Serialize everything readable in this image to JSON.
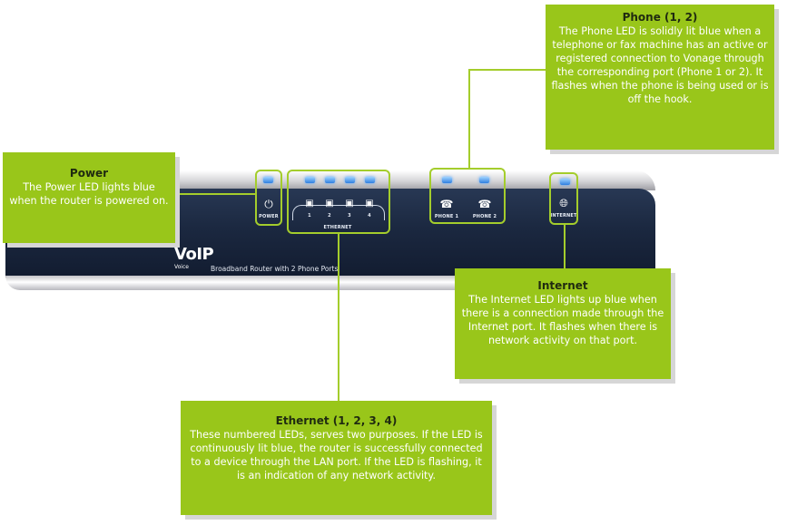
{
  "router": {
    "power_label": "POWER",
    "ethernet_label": "ETHERNET",
    "eth_ports": [
      "1",
      "2",
      "3",
      "4"
    ],
    "phone1_label": "PHONE 1",
    "phone2_label": "PHONE 2",
    "internet_label": "INTERNET",
    "brand": "VoIP",
    "brand_sub": "Voice",
    "tagline": "Broadband Router with 2 Phone Ports"
  },
  "callouts": {
    "phone": {
      "title": "Phone (1, 2)",
      "body": "The Phone LED is solidly lit blue when a telephone or fax machine has an active or registered connection to Vonage through the corresponding port (Phone 1 or 2). It flashes when the phone is being used or is off the hook."
    },
    "power": {
      "title": "Power",
      "body": "The Power LED lights blue when the router is powered on."
    },
    "internet": {
      "title": "Internet",
      "body": "The Internet LED lights up blue when there is a connection made through the Internet port. It flashes when there is network activity on that port."
    },
    "ethernet": {
      "title": "Ethernet (1, 2, 3, 4)",
      "body": "These numbered LEDs, serves two purposes. If the LED is continuously lit blue, the router is successfully connected to a device through the LAN port. If the LED is flashing, it is an indication of any network activity."
    }
  },
  "colors": {
    "callout_bg": "#99c61a",
    "callout_title": "#1f2a10",
    "highlight": "#a4cd2c",
    "router_face": "#1b2840",
    "led_blue": "#2f7fe0"
  }
}
